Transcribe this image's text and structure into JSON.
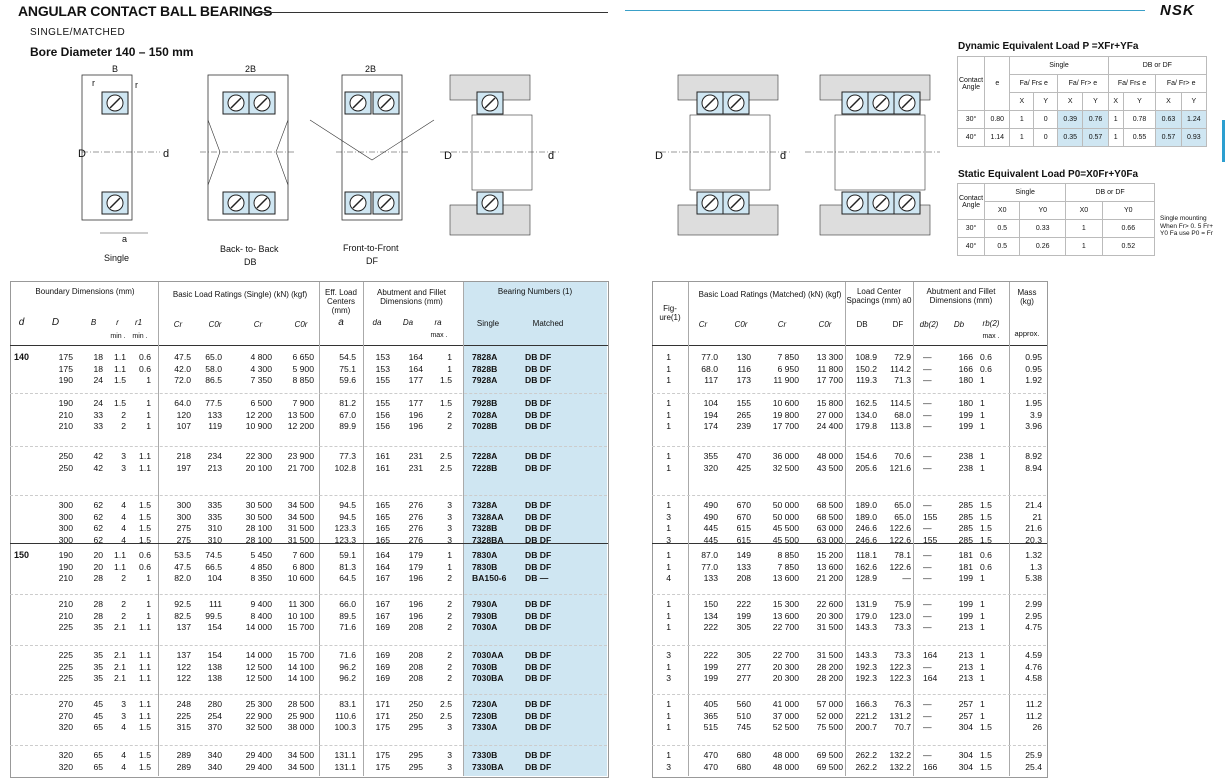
{
  "header": {
    "title": "ANGULAR CONTACT BALL BEARINGS",
    "subtitle": "SINGLE/MATCHED",
    "bore": "Bore Diameter  140 – 150 mm",
    "brand": "NSK"
  },
  "diagrams": {
    "single": "Single",
    "db_a": "Back- to- Back",
    "db_b": "DB",
    "df_a": "Front-to-Front",
    "df_b": "DF",
    "lbl_B": "B",
    "lbl_2B": "2B",
    "lbl_r": "r",
    "lbl_r1": "r",
    "lbl_a": "a",
    "lbl_D": "D",
    "lbl_d": "d",
    "lbl_Da": "D",
    "lbl_da": "d",
    "lbl_Db": "D",
    "lbl_db": "d"
  },
  "dynamic": {
    "title": "Dynamic Equivalent Load  P =XFr+YFa",
    "contact": "Contact Angle",
    "e": "e",
    "single": "Single",
    "dbdf": "DB or DF",
    "cond1": "Fa/ Fr≤ e",
    "cond2": "Fa/ Fr> e",
    "cond3": "Fa/ Fr≤ e",
    "cond4": "Fa/ Fr> e",
    "X": "X",
    "Y": "Y",
    "rows": [
      [
        "30°",
        "0.80",
        "1",
        "0",
        "0.39",
        "0.76",
        "1",
        "0.78",
        "0.63",
        "1.24"
      ],
      [
        "40°",
        "1.14",
        "1",
        "0",
        "0.35",
        "0.57",
        "1",
        "0.55",
        "0.57",
        "0.93"
      ]
    ]
  },
  "static": {
    "title": "Static Equivalent Load  P0=X0Fr+Y0Fa",
    "contact": "Contact Angle",
    "single": "Single",
    "dbdf": "DB or DF",
    "X0": "X0",
    "Y0": "Y0",
    "rows": [
      [
        "30°",
        "0.5",
        "0.33",
        "1",
        "0.66"
      ],
      [
        "40°",
        "0.5",
        "0.26",
        "1",
        "0.52"
      ]
    ],
    "note": "Single mounting When Fr> 0. 5 Fr+ Y0 Fa use  P0 = Fr"
  },
  "left_header": {
    "boundary": "Boundary Dimensions (mm)",
    "basic": "Basic Load Ratings (Single) (kN)          (kgf)",
    "eff": "Eff. Load Centers (mm)",
    "abut": "Abutment and Fillet Dimensions (mm)",
    "bearing": "Bearing Numbers (1)",
    "d": "d",
    "D": "D",
    "B": "B",
    "r": "r",
    "r1": "r1",
    "min": "min .",
    "min1": "min .",
    "Cr": "Cr",
    "C0r": "C0r",
    "Cr2": "Cr",
    "C0r2": "C0r",
    "a": "a",
    "da": "da",
    "Da": "Da",
    "ra": "ra",
    "max": "max .",
    "single": "Single",
    "matched": "Matched"
  },
  "right_header": {
    "fig": "Fig- ure(1)",
    "basic": "Basic Load Ratings (Matched) (kN)          (kgf)",
    "load": "Load Center Spacings (mm) a0",
    "abut": "Abutment and Fillet Dimensions (mm)",
    "mass": "Mass (kg)",
    "Cr": "Cr",
    "C0r": "C0r",
    "Cr2": "Cr",
    "C0r2": "C0r",
    "DB": "DB",
    "DF": "DF",
    "db": "db(2)",
    "Db": "Db",
    "rb": "rb(2)",
    "max": "max .",
    "approx": "approx."
  },
  "groups": [
    {
      "d": "140",
      "rows": [
        [
          "175",
          "18",
          "1.1",
          "0.6",
          "47.5",
          "65.0",
          "4 800",
          "6 650",
          "54.5",
          "153",
          "164",
          "1",
          "7828A",
          "DB DF",
          "1",
          "77.0",
          "130",
          "7 850",
          "13 300",
          "108.9",
          "72.9",
          "—",
          "166",
          "0.6",
          "0.95"
        ],
        [
          "175",
          "18",
          "1.1",
          "0.6",
          "42.0",
          "58.0",
          "4 300",
          "5 900",
          "75.1",
          "153",
          "164",
          "1",
          "7828B",
          "DB DF",
          "1",
          "68.0",
          "116",
          "6 950",
          "11 800",
          "150.2",
          "114.2",
          "—",
          "166",
          "0.6",
          "0.95"
        ],
        [
          "190",
          "24",
          "1.5",
          "1",
          "72.0",
          "86.5",
          "7 350",
          "8 850",
          "59.6",
          "155",
          "177",
          "1.5",
          "7928A",
          "DB DF",
          "1",
          "117",
          "173",
          "11 900",
          "17 700",
          "119.3",
          "71.3",
          "—",
          "180",
          "1",
          "1.92"
        ],
        [
          "190",
          "24",
          "1.5",
          "1",
          "64.0",
          "77.5",
          "6 500",
          "7 900",
          "81.2",
          "155",
          "177",
          "1.5",
          "7928B",
          "DB DF",
          "1",
          "104",
          "155",
          "10 600",
          "15 800",
          "162.5",
          "114.5",
          "—",
          "180",
          "1",
          "1.95"
        ],
        [
          "210",
          "33",
          "2",
          "1",
          "120",
          "133",
          "12 200",
          "13 500",
          "67.0",
          "156",
          "196",
          "2",
          "7028A",
          "DB DF",
          "1",
          "194",
          "265",
          "19 800",
          "27 000",
          "134.0",
          "68.0",
          "—",
          "199",
          "1",
          "3.9"
        ],
        [
          "210",
          "33",
          "2",
          "1",
          "107",
          "119",
          "10 900",
          "12 200",
          "89.9",
          "156",
          "196",
          "2",
          "7028B",
          "DB DF",
          "1",
          "174",
          "239",
          "17 700",
          "24 400",
          "179.8",
          "113.8",
          "—",
          "199",
          "1",
          "3.96"
        ],
        [
          "250",
          "42",
          "3",
          "1.1",
          "218",
          "234",
          "22 300",
          "23 900",
          "77.3",
          "161",
          "231",
          "2.5",
          "7228A",
          "DB DF",
          "1",
          "355",
          "470",
          "36 000",
          "48 000",
          "154.6",
          "70.6",
          "—",
          "238",
          "1",
          "8.92"
        ],
        [
          "250",
          "42",
          "3",
          "1.1",
          "197",
          "213",
          "20 100",
          "21 700",
          "102.8",
          "161",
          "231",
          "2.5",
          "7228B",
          "DB DF",
          "1",
          "320",
          "425",
          "32 500",
          "43 500",
          "205.6",
          "121.6",
          "—",
          "238",
          "1",
          "8.94"
        ],
        [
          "300",
          "62",
          "4",
          "1.5",
          "300",
          "335",
          "30 500",
          "34 500",
          "94.5",
          "165",
          "276",
          "3",
          "7328A",
          "DB DF",
          "1",
          "490",
          "670",
          "50 000",
          "68 500",
          "189.0",
          "65.0",
          "—",
          "285",
          "1.5",
          "21.4"
        ],
        [
          "300",
          "62",
          "4",
          "1.5",
          "300",
          "335",
          "30 500",
          "34 500",
          "94.5",
          "165",
          "276",
          "3",
          "7328AA",
          "DB DF",
          "3",
          "490",
          "670",
          "50 000",
          "68 500",
          "189.0",
          "65.0",
          "155",
          "285",
          "1.5",
          "21"
        ],
        [
          "300",
          "62",
          "4",
          "1.5",
          "275",
          "310",
          "28 100",
          "31 500",
          "123.3",
          "165",
          "276",
          "3",
          "7328B",
          "DB DF",
          "1",
          "445",
          "615",
          "45 500",
          "63 000",
          "246.6",
          "122.6",
          "—",
          "285",
          "1.5",
          "21.6"
        ],
        [
          "300",
          "62",
          "4",
          "1.5",
          "275",
          "310",
          "28 100",
          "31 500",
          "123.3",
          "165",
          "276",
          "3",
          "7328BA",
          "DB DF",
          "3",
          "445",
          "615",
          "45 500",
          "63 000",
          "246.6",
          "122.6",
          "155",
          "285",
          "1.5",
          "20.3"
        ]
      ]
    },
    {
      "d": "150",
      "rows": [
        [
          "190",
          "20",
          "1.1",
          "0.6",
          "53.5",
          "74.5",
          "5 450",
          "7 600",
          "59.1",
          "164",
          "179",
          "1",
          "7830A",
          "DB DF",
          "1",
          "87.0",
          "149",
          "8 850",
          "15 200",
          "118.1",
          "78.1",
          "—",
          "181",
          "0.6",
          "1.32"
        ],
        [
          "190",
          "20",
          "1.1",
          "0.6",
          "47.5",
          "66.5",
          "4 850",
          "6 800",
          "81.3",
          "164",
          "179",
          "1",
          "7830B",
          "DB DF",
          "1",
          "77.0",
          "133",
          "7 850",
          "13 600",
          "162.6",
          "122.6",
          "—",
          "181",
          "0.6",
          "1.3"
        ],
        [
          "210",
          "28",
          "2",
          "1",
          "82.0",
          "104",
          "8 350",
          "10 600",
          "64.5",
          "167",
          "196",
          "2",
          "BA150-6",
          "DB —",
          "4",
          "133",
          "208",
          "13 600",
          "21 200",
          "128.9",
          "—",
          "—",
          "199",
          "1",
          "5.38"
        ],
        [
          "210",
          "28",
          "2",
          "1",
          "92.5",
          "111",
          "9 400",
          "11 300",
          "66.0",
          "167",
          "196",
          "2",
          "7930A",
          "DB DF",
          "1",
          "150",
          "222",
          "15 300",
          "22 600",
          "131.9",
          "75.9",
          "—",
          "199",
          "1",
          "2.99"
        ],
        [
          "210",
          "28",
          "2",
          "1",
          "82.5",
          "99.5",
          "8 400",
          "10 100",
          "89.5",
          "167",
          "196",
          "2",
          "7930B",
          "DB DF",
          "1",
          "134",
          "199",
          "13 600",
          "20 300",
          "179.0",
          "123.0",
          "—",
          "199",
          "1",
          "2.95"
        ],
        [
          "225",
          "35",
          "2.1",
          "1.1",
          "137",
          "154",
          "14 000",
          "15 700",
          "71.6",
          "169",
          "208",
          "2",
          "7030A",
          "DB DF",
          "1",
          "222",
          "305",
          "22 700",
          "31 500",
          "143.3",
          "73.3",
          "—",
          "213",
          "1",
          "4.75"
        ],
        [
          "225",
          "35",
          "2.1",
          "1.1",
          "137",
          "154",
          "14 000",
          "15 700",
          "71.6",
          "169",
          "208",
          "2",
          "7030AA",
          "DB DF",
          "3",
          "222",
          "305",
          "22 700",
          "31 500",
          "143.3",
          "73.3",
          "164",
          "213",
          "1",
          "4.59"
        ],
        [
          "225",
          "35",
          "2.1",
          "1.1",
          "122",
          "138",
          "12 500",
          "14 100",
          "96.2",
          "169",
          "208",
          "2",
          "7030B",
          "DB DF",
          "1",
          "199",
          "277",
          "20 300",
          "28 200",
          "192.3",
          "122.3",
          "—",
          "213",
          "1",
          "4.76"
        ],
        [
          "225",
          "35",
          "2.1",
          "1.1",
          "122",
          "138",
          "12 500",
          "14 100",
          "96.2",
          "169",
          "208",
          "2",
          "7030BA",
          "DB DF",
          "3",
          "199",
          "277",
          "20 300",
          "28 200",
          "192.3",
          "122.3",
          "164",
          "213",
          "1",
          "4.58"
        ],
        [
          "270",
          "45",
          "3",
          "1.1",
          "248",
          "280",
          "25 300",
          "28 500",
          "83.1",
          "171",
          "250",
          "2.5",
          "7230A",
          "DB DF",
          "1",
          "405",
          "560",
          "41 000",
          "57 000",
          "166.3",
          "76.3",
          "—",
          "257",
          "1",
          "11.2"
        ],
        [
          "270",
          "45",
          "3",
          "1.1",
          "225",
          "254",
          "22 900",
          "25 900",
          "110.6",
          "171",
          "250",
          "2.5",
          "7230B",
          "DB DF",
          "1",
          "365",
          "510",
          "37 000",
          "52 000",
          "221.2",
          "131.2",
          "—",
          "257",
          "1",
          "11.2"
        ],
        [
          "320",
          "65",
          "4",
          "1.5",
          "315",
          "370",
          "32 500",
          "38 000",
          "100.3",
          "175",
          "295",
          "3",
          "7330A",
          "DB DF",
          "1",
          "515",
          "745",
          "52 500",
          "75 500",
          "200.7",
          "70.7",
          "—",
          "304",
          "1.5",
          "26"
        ],
        [
          "320",
          "65",
          "4",
          "1.5",
          "289",
          "340",
          "29 400",
          "34 500",
          "131.1",
          "175",
          "295",
          "3",
          "7330B",
          "DB DF",
          "1",
          "470",
          "680",
          "48 000",
          "69 500",
          "262.2",
          "132.2",
          "—",
          "304",
          "1.5",
          "25.9"
        ],
        [
          "320",
          "65",
          "4",
          "1.5",
          "289",
          "340",
          "29 400",
          "34 500",
          "131.1",
          "175",
          "295",
          "3",
          "7330BA",
          "DB DF",
          "3",
          "470",
          "680",
          "48 000",
          "69 500",
          "262.2",
          "132.2",
          "166",
          "304",
          "1.5",
          "25.4"
        ]
      ]
    }
  ]
}
